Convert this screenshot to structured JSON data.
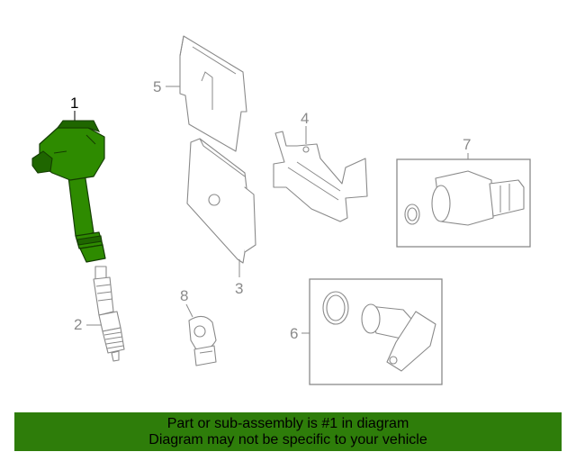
{
  "callouts": {
    "c1": "1",
    "c2": "2",
    "c3": "3",
    "c4": "4",
    "c5": "5",
    "c6": "6",
    "c7": "7",
    "c8": "8"
  },
  "highlighted_part": "1",
  "colors": {
    "highlight": "#2e8b00",
    "banner": "#2e7d0a",
    "line_art": "#8a8a8a"
  },
  "banner": {
    "line1": "Part or sub-assembly is #1 in diagram",
    "line2": "Diagram may not be specific to your vehicle"
  }
}
